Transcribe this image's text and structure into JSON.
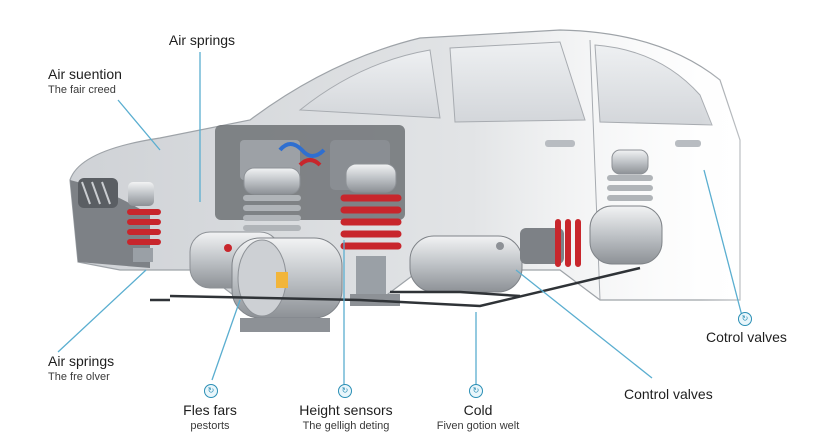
{
  "labels": {
    "air_springs_top": {
      "title": "Air springs"
    },
    "air_suspention": {
      "title": "Air suention",
      "sub": "The fair creed"
    },
    "air_springs_left": {
      "title": "Air springs",
      "sub": "The fre olver"
    },
    "fles_fars": {
      "title": "Fles fars",
      "sub": "pestorts"
    },
    "height_sensors": {
      "title": "Height sensors",
      "sub": "The gelligh deting"
    },
    "cold": {
      "title": "Cold",
      "sub": "Fiven gotion welt"
    },
    "control_valves_bottom": {
      "title": "Control valves"
    },
    "control_valves_right": {
      "title": "Cotrol valves"
    }
  },
  "colors": {
    "leader_line": "#5aaed0",
    "spring_red": "#c8262c",
    "metal": "#c9ccd0",
    "car_body": "#d8dadd"
  },
  "icons": [
    "badge-icon"
  ]
}
